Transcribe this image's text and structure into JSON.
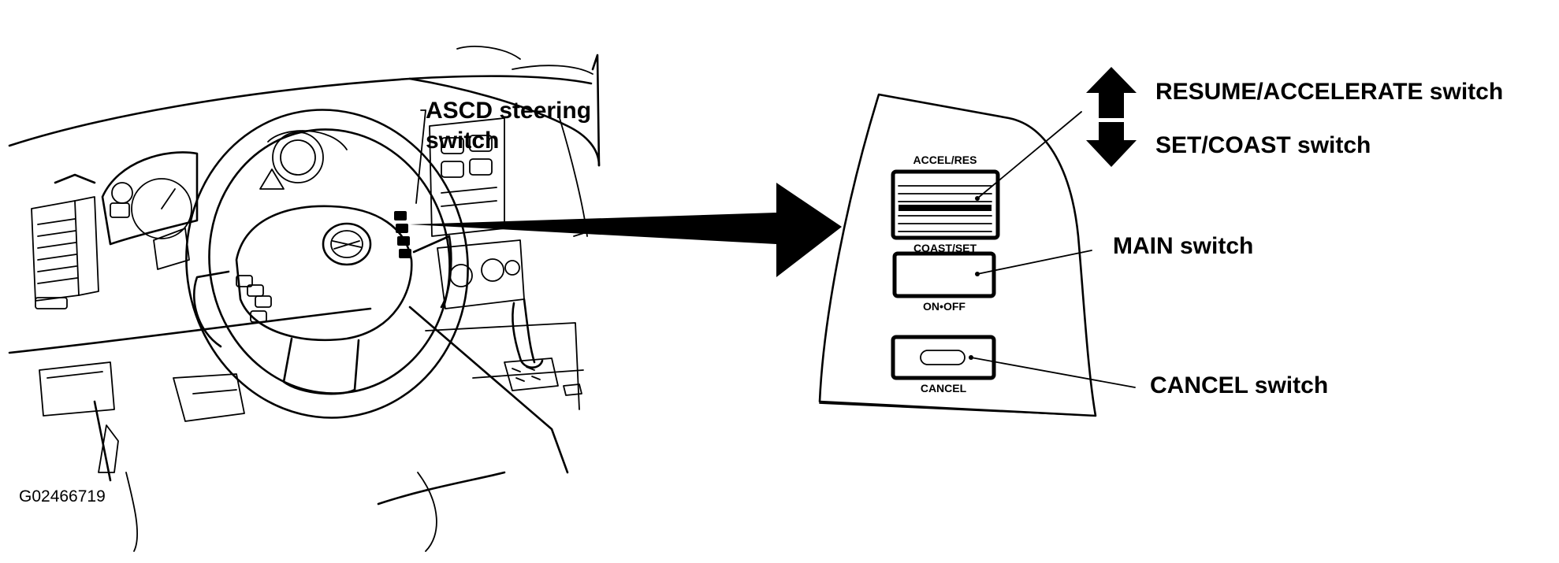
{
  "figure_id": "G02466719",
  "callouts": {
    "asc_steering_line1": "ASCD steering",
    "asc_steering_line2": "switch",
    "resume_accelerate": "RESUME/ACCELERATE switch",
    "set_coast": "SET/COAST switch",
    "main": "MAIN switch",
    "cancel": "CANCEL switch"
  },
  "panel_labels": {
    "accel_res": "ACCEL/RES",
    "coast_set": "COAST/SET",
    "on_off": "ON•OFF",
    "cancel": "CANCEL"
  },
  "arrow_icons": [
    "triangle-up",
    "triangle-down",
    "right-arrow"
  ]
}
